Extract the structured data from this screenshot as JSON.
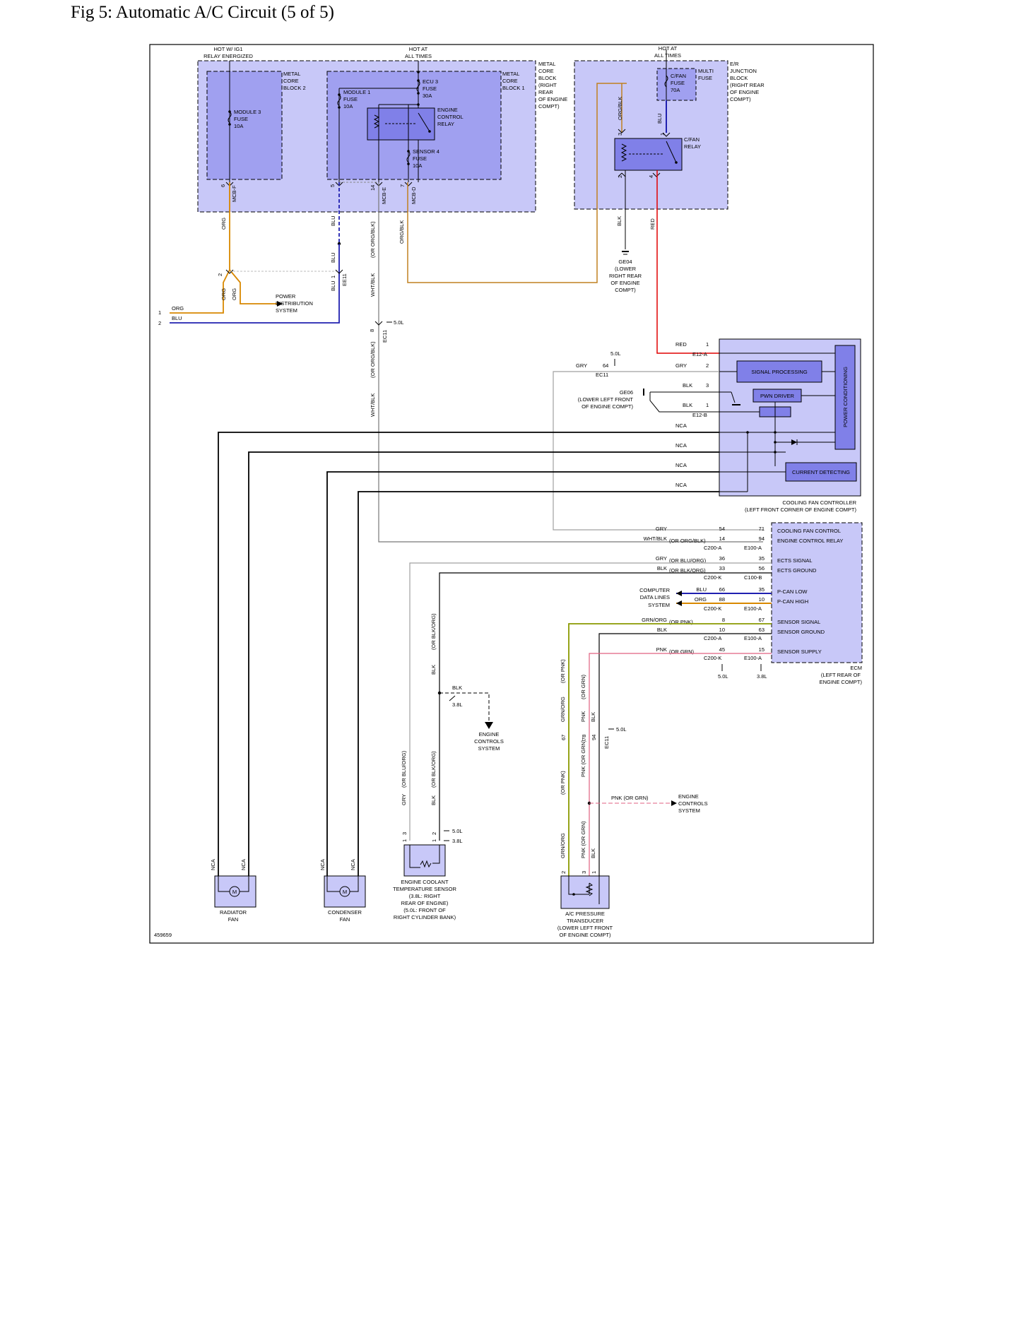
{
  "title": "Fig 5: Automatic A/C Circuit (5 of 5)",
  "figure_id": "459659",
  "colors": {
    "box_fill": "#c8c8f8",
    "box_fill_dark": "#a0a0f0",
    "org": "#d88800",
    "blu": "#2020b0",
    "red": "#e00000",
    "grn_org": "#8a9a00",
    "pnk": "#e06080",
    "gry": "#a0a0a0"
  },
  "sources": {
    "hot_ig1": [
      "HOT W/ IG1",
      "RELAY ENERGIZED"
    ],
    "hot_all1": [
      "HOT AT",
      "ALL TIMES"
    ],
    "hot_all2": [
      "HOT AT",
      "ALL TIMES"
    ]
  },
  "metal_core_2": [
    "METAL",
    "CORE",
    "BLOCK 2"
  ],
  "metal_core_1": [
    "METAL",
    "CORE",
    "BLOCK 1"
  ],
  "metal_core_main": [
    "METAL",
    "CORE",
    "BLOCK",
    "(RIGHT",
    "REAR",
    "OF ENGINE",
    "COMPT)"
  ],
  "module3_fuse": [
    "MODULE 3",
    "FUSE",
    "10A"
  ],
  "module1_fuse": [
    "MODULE 1",
    "FUSE",
    "10A"
  ],
  "ecu3_fuse": [
    "ECU 3",
    "FUSE",
    "30A"
  ],
  "engine_control_relay": [
    "ENGINE",
    "CONTROL",
    "RELAY"
  ],
  "sensor4_fuse": [
    "SENSOR 4",
    "FUSE",
    "10A"
  ],
  "er_junction": [
    "E/R",
    "JUNCTION",
    "BLOCK",
    "(RIGHT REAR",
    "OF ENGINE",
    "COMPT)"
  ],
  "multi_fuse": [
    "MULTI",
    "FUSE"
  ],
  "cfan_fuse": [
    "C/FAN",
    "FUSE",
    "70A"
  ],
  "cfan_relay": [
    "C/FAN",
    "RELAY"
  ],
  "connectors": {
    "mcb_f": "MCB-F",
    "mcb_e": "MCB-E",
    "mcb_d": "MCB-D",
    "ee11": "EE11",
    "ec11": "EC11",
    "e12a": "E12-A",
    "e12b": "E12-B",
    "c200a": "C200-A",
    "e100a": "E100-A",
    "c200k": "C200-K",
    "c100b": "C100-B"
  },
  "pins": {
    "p6": "6",
    "p5": "5",
    "p14": "14",
    "p7": "7",
    "p3": "3",
    "p1": "1",
    "p2": "2",
    "p4": "4",
    "p8": "8",
    "p64": "64",
    "p67": "67",
    "p78": "78",
    "p94": "94"
  },
  "wires": {
    "org": "ORG",
    "blu": "BLU",
    "or_org_blk": "(OR ORG/BLK)",
    "wht_blk": "WHT/BLK",
    "org_blk": "ORG/BLK",
    "blk": "BLK",
    "red": "RED",
    "gry": "GRY",
    "nca": "NCA",
    "grn_org": "GRN/ORG",
    "or_pnk": "(OR PNK)",
    "pnk": "PNK",
    "pnk_or_grn": "PNK (OR GRN)",
    "or_grn": "(OR GRN)",
    "or_blu_org": "(OR BLU/ORG)",
    "or_blk_org": "(OR BLK/ORG)"
  },
  "splice_5_0L": "5.0L",
  "splice_3_8L": "3.8L",
  "power_distribution": [
    "POWER",
    "DISTRIBUTION",
    "SYSTEM"
  ],
  "ge04": [
    "GE04",
    "(LOWER",
    "RIGHT REAR",
    "OF ENGINE",
    "COMPT)"
  ],
  "ge06": [
    "GE06",
    "(LOWER LEFT FRONT",
    "OF ENGINE COMPT)"
  ],
  "cfc": {
    "signal_processing": "SIGNAL PROCESSING",
    "pwn_driver": "PWN DRIVER",
    "power_conditioning": "POWER CONDITIONING",
    "current_detecting": "CURRENT DETECTING",
    "name": [
      "COOLING FAN CONTROLLER",
      "(LEFT FRONT CORNER OF ENGINE COMPT)"
    ]
  },
  "ecm": {
    "name": [
      "ECM",
      "(LEFT REAR OF",
      "ENGINE COMPT)"
    ],
    "rows": [
      {
        "wire": "GRY",
        "alt": "",
        "c": "54",
        "e": "71",
        "func": "COOLING FAN CONTROL"
      },
      {
        "wire": "WHT/BLK",
        "alt": "(OR ORG/BLK)",
        "c": "14",
        "e": "94",
        "func": "ENGINE CONTROL RELAY"
      },
      {
        "wire": "GRY",
        "alt": "(OR BLU/ORG)",
        "c": "36",
        "e": "35",
        "func": "ECTS SIGNAL"
      },
      {
        "wire": "BLK",
        "alt": "(OR BLK/ORG)",
        "c": "33",
        "e": "56",
        "func": "ECTS GROUND"
      },
      {
        "wire": "BLU",
        "alt": "",
        "c": "66",
        "e": "35",
        "func": "P-CAN LOW"
      },
      {
        "wire": "ORG",
        "alt": "",
        "c": "88",
        "e": "10",
        "func": "P-CAN HIGH"
      },
      {
        "wire": "GRN/ORG",
        "alt": "(OR PNK)",
        "c": "8",
        "e": "67",
        "func": "SENSOR SIGNAL"
      },
      {
        "wire": "BLK",
        "alt": "",
        "c": "10",
        "e": "63",
        "func": "SENSOR GROUND"
      },
      {
        "wire": "PNK",
        "alt": "(OR GRN)",
        "c": "45",
        "e": "15",
        "func": "SENSOR SUPPLY"
      }
    ]
  },
  "computer_data_lines": [
    "COMPUTER",
    "DATA LINES",
    "SYSTEM"
  ],
  "engine_controls": [
    "ENGINE",
    "CONTROLS",
    "SYSTEM"
  ],
  "radiator_fan": [
    "RADIATOR",
    "FAN"
  ],
  "condenser_fan": [
    "CONDENSER",
    "FAN"
  ],
  "ects": [
    "ENGINE COOLANT",
    "TEMPERATURE SENSOR",
    "(3.8L: RIGHT",
    "REAR OF ENGINE)",
    "(5.0L: FRONT OF",
    "RIGHT CYLINDER BANK)"
  ],
  "ac_transducer": [
    "A/C PRESSURE",
    "TRANSDUCER",
    "(LOWER LEFT FRONT",
    "OF ENGINE COMPT)"
  ],
  "motor_symbol": "M",
  "ext_pins": {
    "one": "1",
    "two": "2"
  }
}
